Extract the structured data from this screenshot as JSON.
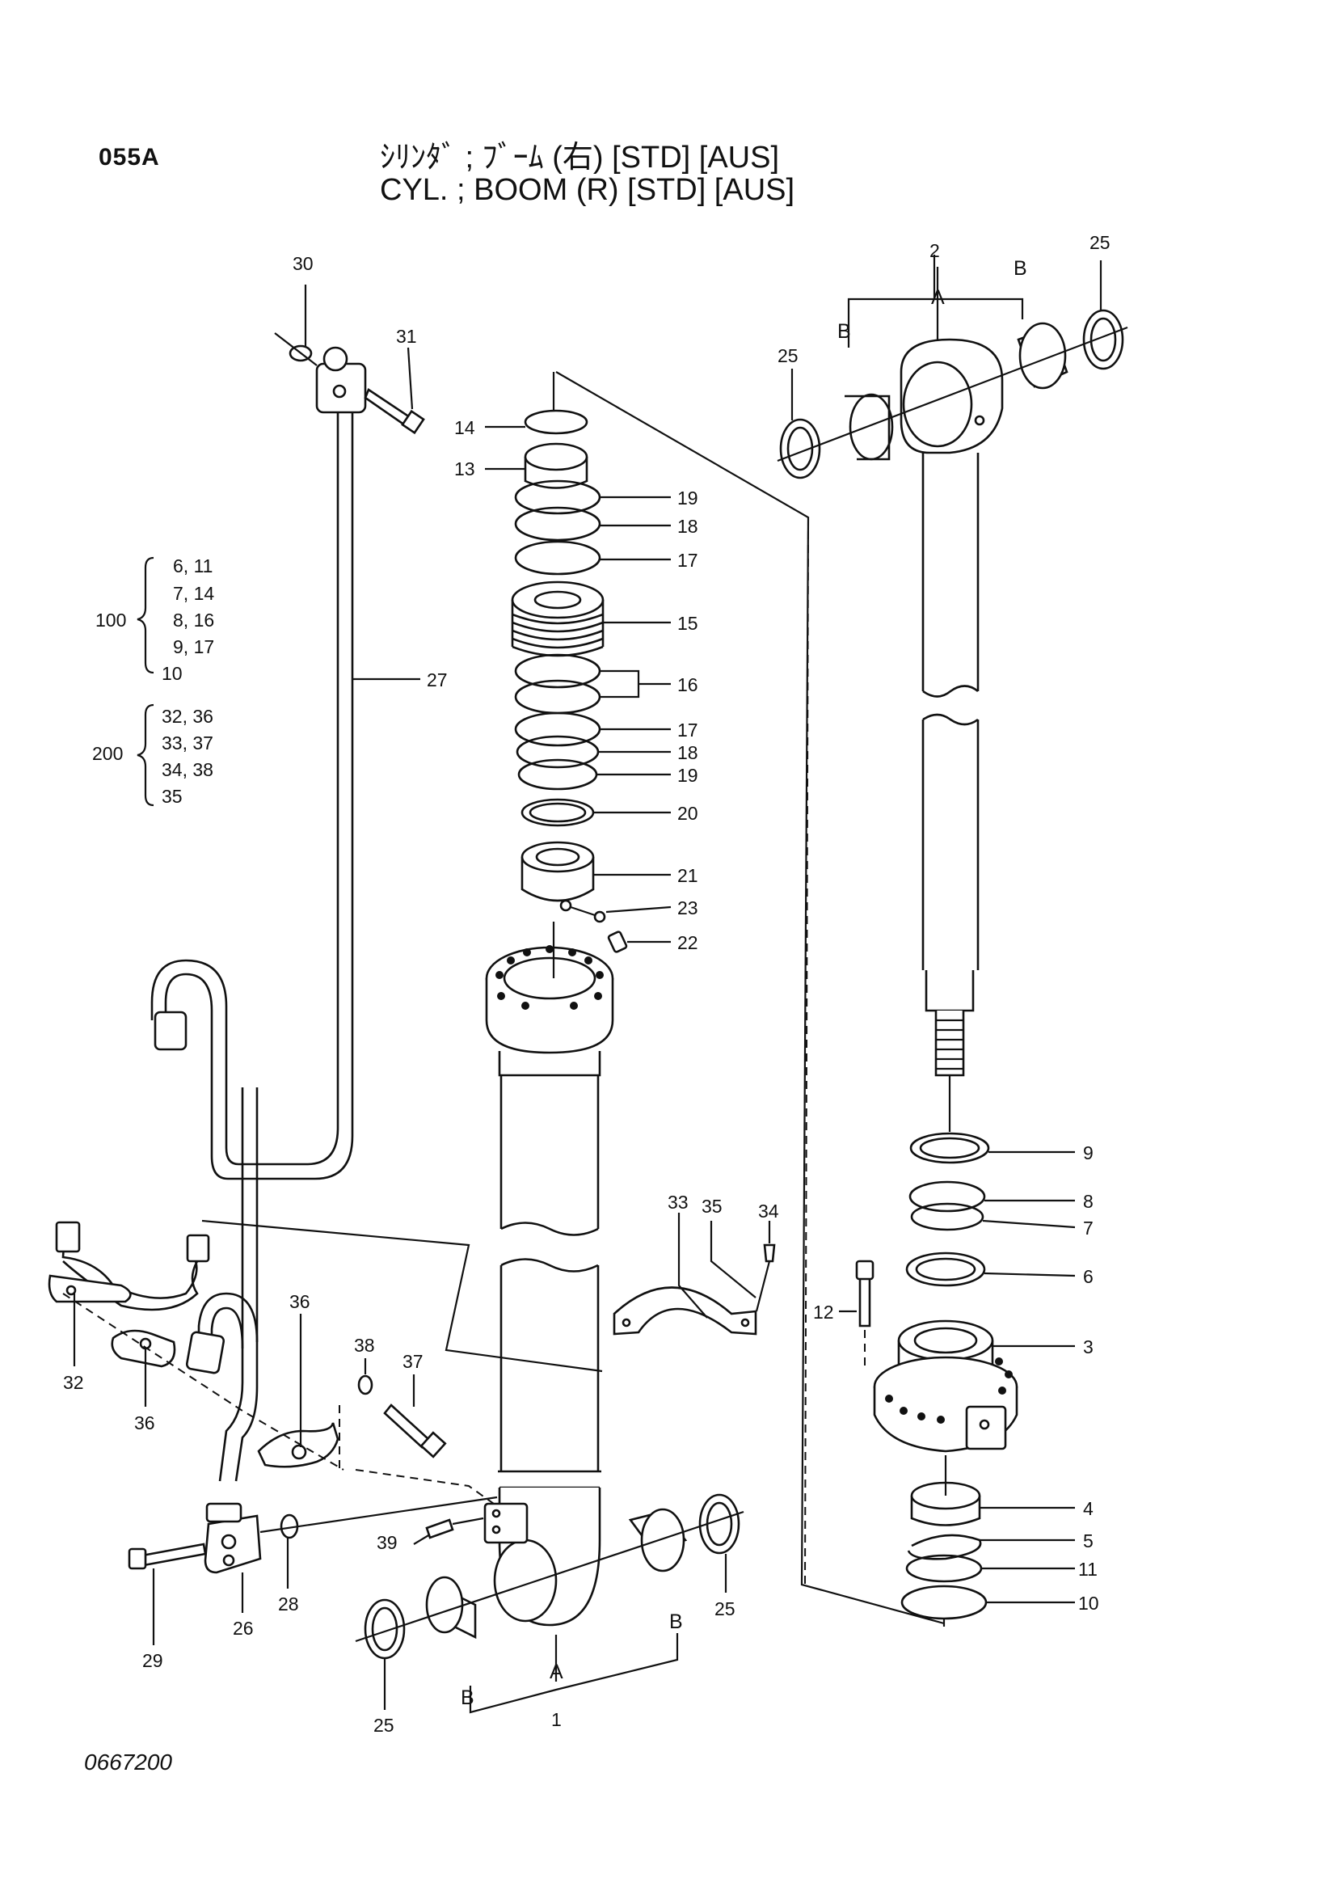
{
  "header": {
    "page_code": "055A",
    "title_jp": "ｼﾘﾝﾀﾞ ; ﾌﾞｰﾑ (右) [STD] [AUS]",
    "title_en": "CYL. ; BOOM (R) [STD] [AUS]"
  },
  "footer": {
    "doc_number": "0667200"
  },
  "kits": [
    {
      "id": "100",
      "items": [
        "6, 11",
        "7, 14",
        "8, 16",
        "9, 17",
        "10"
      ]
    },
    {
      "id": "200",
      "items": [
        "32, 36",
        "33, 37",
        "34, 38",
        "35"
      ]
    }
  ],
  "callouts": {
    "c1": "1",
    "c2": "2",
    "c3": "3",
    "c4": "4",
    "c5": "5",
    "c6": "6",
    "c7": "7",
    "c8": "8",
    "c9": "9",
    "c10": "10",
    "c11": "11",
    "c12": "12",
    "c13": "13",
    "c14": "14",
    "c15": "15",
    "c16": "16",
    "c17a": "17",
    "c17b": "17",
    "c18a": "18",
    "c18b": "18",
    "c19a": "19",
    "c19b": "19",
    "c20": "20",
    "c21": "21",
    "c22": "22",
    "c23": "23",
    "c25a": "25",
    "c25b": "25",
    "c25c": "25",
    "c25d": "25",
    "c26": "26",
    "c27": "27",
    "c28": "28",
    "c29": "29",
    "c30": "30",
    "c31": "31",
    "c32": "32",
    "c33": "33",
    "c34": "34",
    "c35": "35",
    "c36a": "36",
    "c36b": "36",
    "c37": "37",
    "c38": "38",
    "c39": "39"
  },
  "letters": {
    "rodA": "A",
    "rodB1": "B",
    "rodB2": "B",
    "tubeA": "A",
    "tubeB1": "B",
    "tubeB2": "B"
  }
}
